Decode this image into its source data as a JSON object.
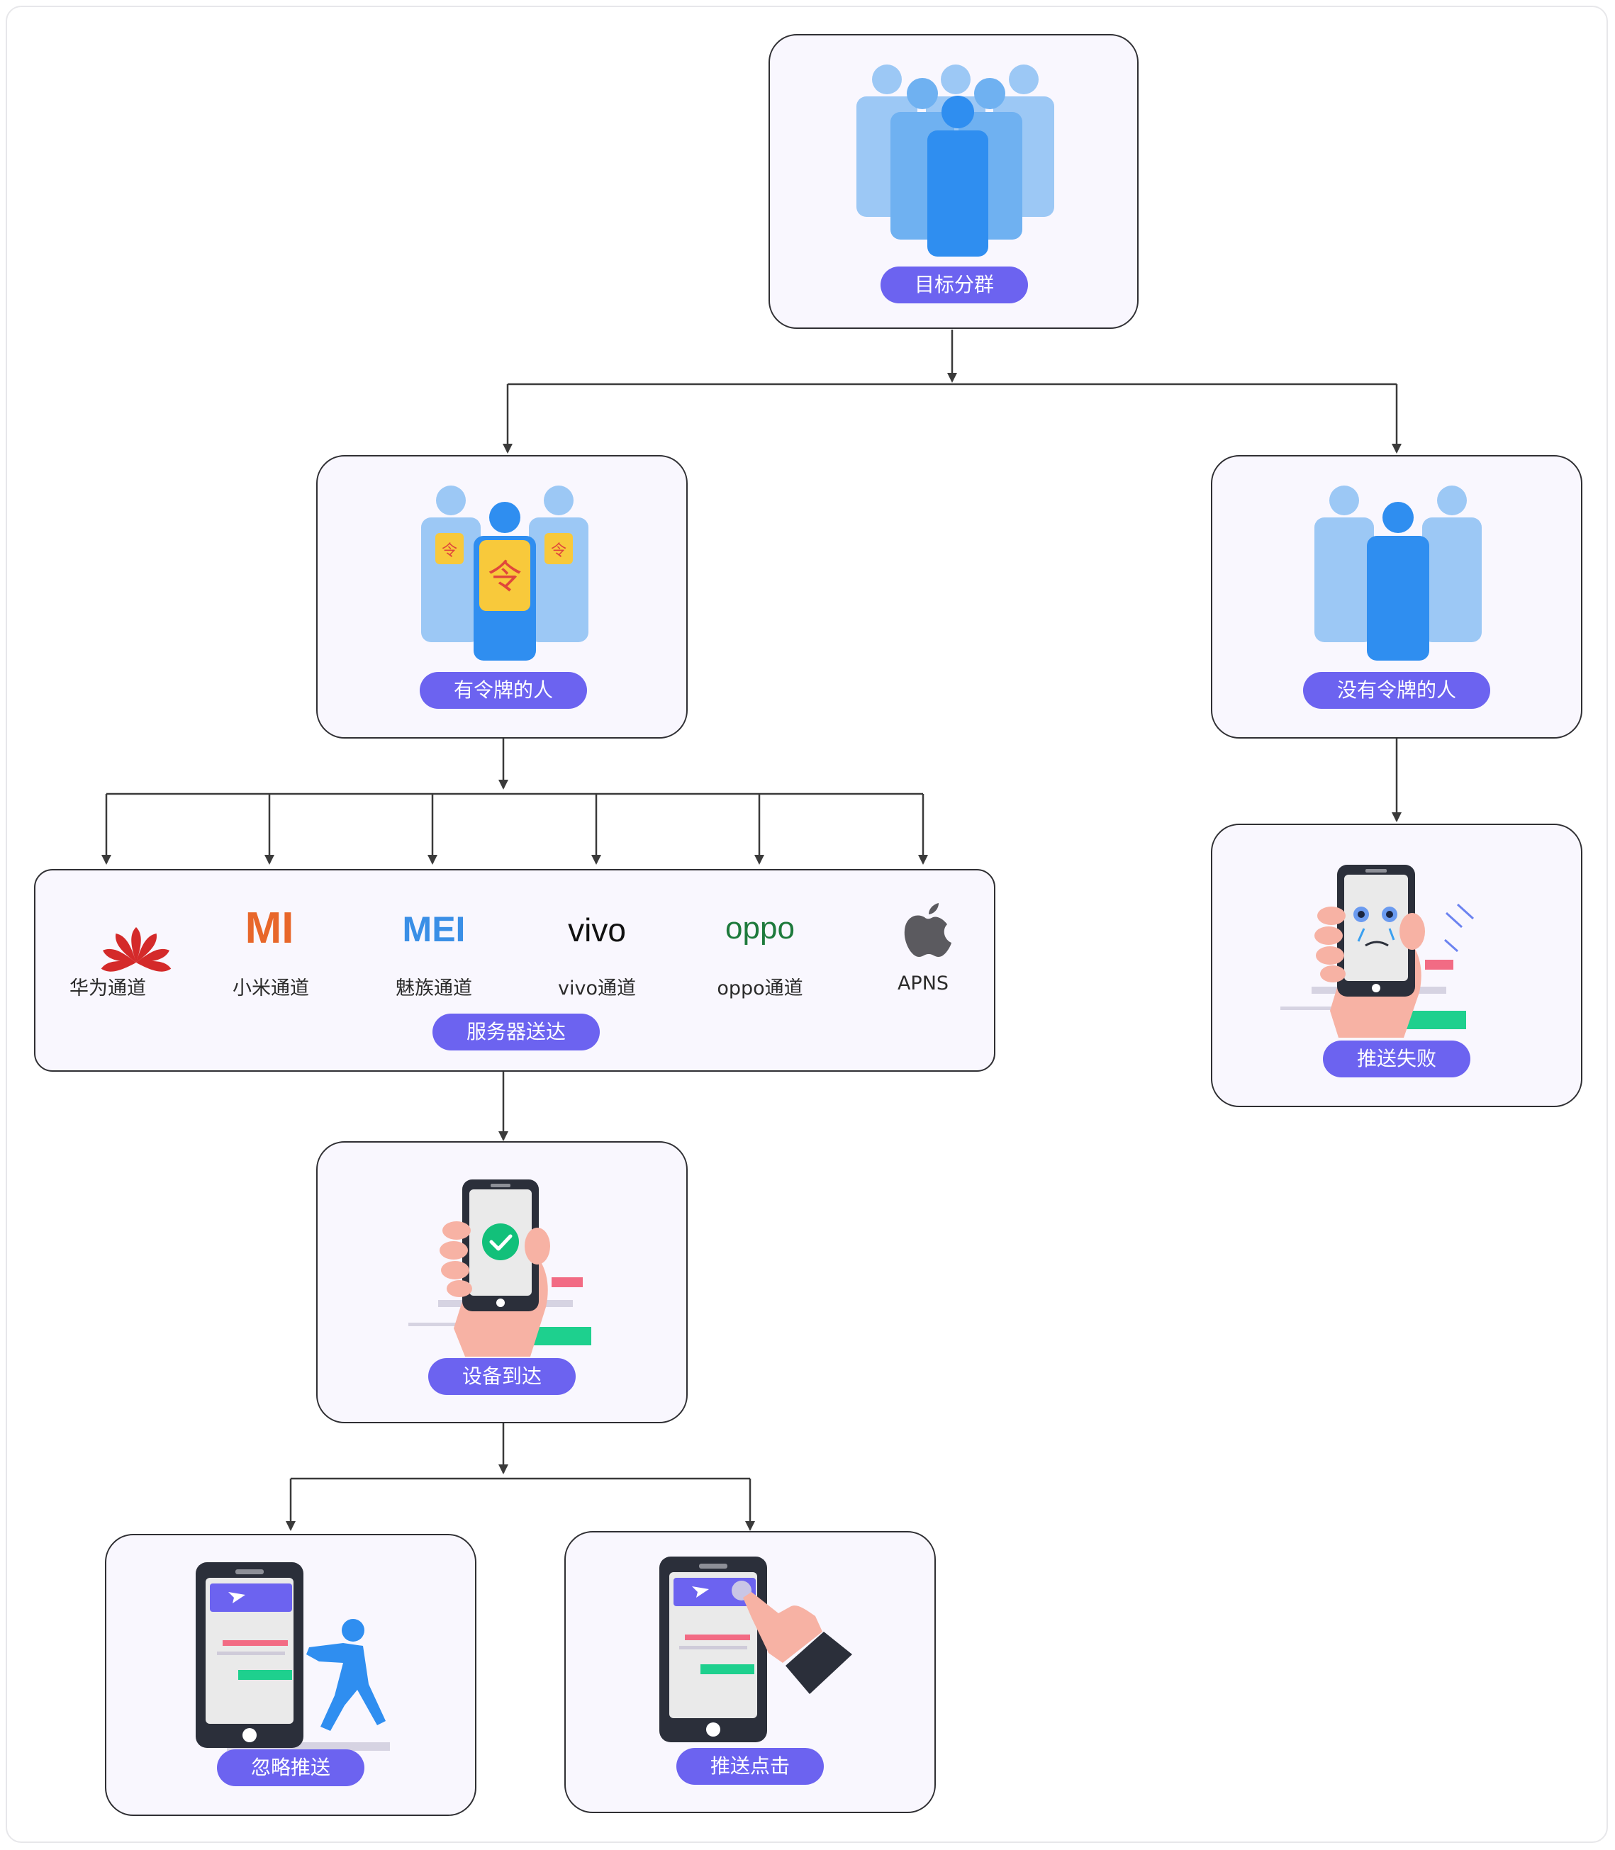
{
  "colors": {
    "pill": "#6c63f0",
    "person_light": "#9cc8f5",
    "person_mid": "#6fb1f1",
    "person_dark": "#2f8ef0",
    "token": "#f8c93b",
    "token_text": "#e0473b",
    "phone": "#2b2f3a",
    "hand": "#f7b2a4",
    "green_bar": "#1ed08e",
    "pink_bar": "#f26b84",
    "check": "#12c07a"
  },
  "nodes": {
    "target_segment": {
      "label": "目标分群",
      "icon": "crowd-icon"
    },
    "with_token": {
      "label": "有令牌的人",
      "icon": "people-with-token-icon",
      "token_char": "令"
    },
    "without_token": {
      "label": "没有令牌的人",
      "icon": "people-icon"
    },
    "server_delivery": {
      "label": "服务器送达",
      "channels": [
        {
          "label": "华为通道",
          "icon": "huawei-icon",
          "logo_text": ""
        },
        {
          "label": "小米通道",
          "icon": "xiaomi-icon",
          "logo_text": "MI"
        },
        {
          "label": "魅族通道",
          "icon": "meizu-icon",
          "logo_text": "MEI"
        },
        {
          "label": "vivo通道",
          "icon": "vivo-icon",
          "logo_text": "vivo"
        },
        {
          "label": "oppo通道",
          "icon": "oppo-icon",
          "logo_text": "oppo"
        },
        {
          "label": "APNS",
          "icon": "apple-icon",
          "logo_text": ""
        }
      ]
    },
    "push_failed": {
      "label": "推送失败",
      "icon": "crying-phone-icon"
    },
    "device_delivered": {
      "label": "设备到达",
      "icon": "phone-check-icon"
    },
    "ignore_push": {
      "label": "忽略推送",
      "icon": "phone-push-ignore-icon"
    },
    "push_click": {
      "label": "推送点击",
      "icon": "phone-tap-icon"
    }
  }
}
